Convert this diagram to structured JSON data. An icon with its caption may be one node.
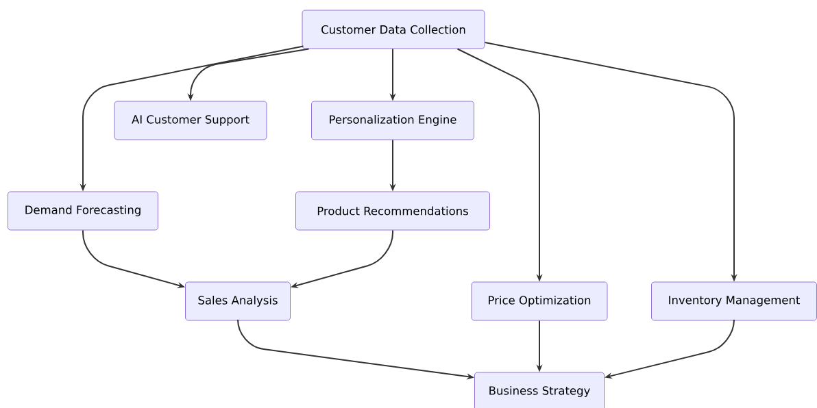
{
  "diagram": {
    "nodes": [
      {
        "text": [
          "Customer Data Collection"
        ]
      },
      {
        "text": [
          "AI Customer Support"
        ]
      },
      {
        "text": [
          "Personalization Engine"
        ]
      },
      {
        "text": [
          "Demand Forecasting"
        ]
      },
      {
        "text": [
          "Product Recommendations"
        ]
      },
      {
        "text": [
          "Sales Analysis"
        ]
      },
      {
        "text": [
          "Price Optimization"
        ]
      },
      {
        "text": [
          "Inventory Management"
        ]
      },
      {
        "text": [
          "Business Strategy"
        ]
      }
    ],
    "edges": [
      {
        "from": 0,
        "to": 3,
        "arrow": "to"
      },
      {
        "from": 0,
        "to": 1,
        "arrow": "to"
      },
      {
        "from": 0,
        "to": 2,
        "arrow": "to"
      },
      {
        "from": 0,
        "to": 6,
        "arrow": "to"
      },
      {
        "from": 0,
        "to": 7,
        "arrow": "to"
      },
      {
        "from": 2,
        "to": 4,
        "arrow": "to"
      },
      {
        "from": 3,
        "to": 5,
        "arrow": "to"
      },
      {
        "from": 4,
        "to": 5,
        "arrow": "to"
      },
      {
        "from": 5,
        "to": 8,
        "arrow": "to"
      },
      {
        "from": 6,
        "to": 8,
        "arrow": "to"
      },
      {
        "from": 7,
        "to": 8,
        "arrow": "to"
      }
    ]
  }
}
